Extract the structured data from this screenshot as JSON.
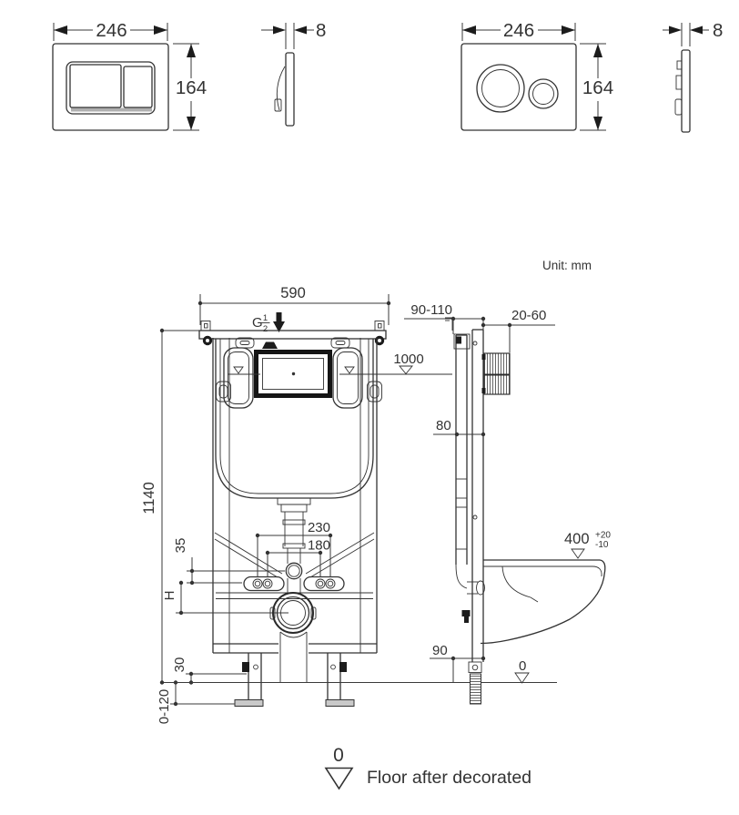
{
  "unit_label": "Unit: mm",
  "plates": {
    "rect": {
      "width_dim": "246",
      "height_dim": "164",
      "thickness_dim": "8"
    },
    "round": {
      "width_dim": "246",
      "height_dim": "164",
      "thickness_dim": "8"
    }
  },
  "front_view": {
    "width_dim": "590",
    "height_dim": "1140",
    "inlet_g": "G",
    "inlet_num": "1",
    "inlet_den": "2",
    "level_dim": "1000",
    "bolt_outer_dim": "230",
    "bolt_inner_dim": "180",
    "offset_dim": "35",
    "height_letter": "H",
    "base_dim": "30",
    "leg_range_dim": "0-120"
  },
  "side_view": {
    "depth_dim": "90-110",
    "wall_dim": "20-60",
    "upper_dim": "80",
    "bowl_height_dim": "400",
    "bowl_tol_plus": "+20",
    "bowl_tol_minus": "-10",
    "outlet_dim": "90",
    "floor_zero": "0"
  },
  "legend": {
    "zero": "0",
    "caption": "Floor after decorated"
  },
  "colors": {
    "line": "#333333",
    "fill_dark": "#1c1c1c"
  }
}
